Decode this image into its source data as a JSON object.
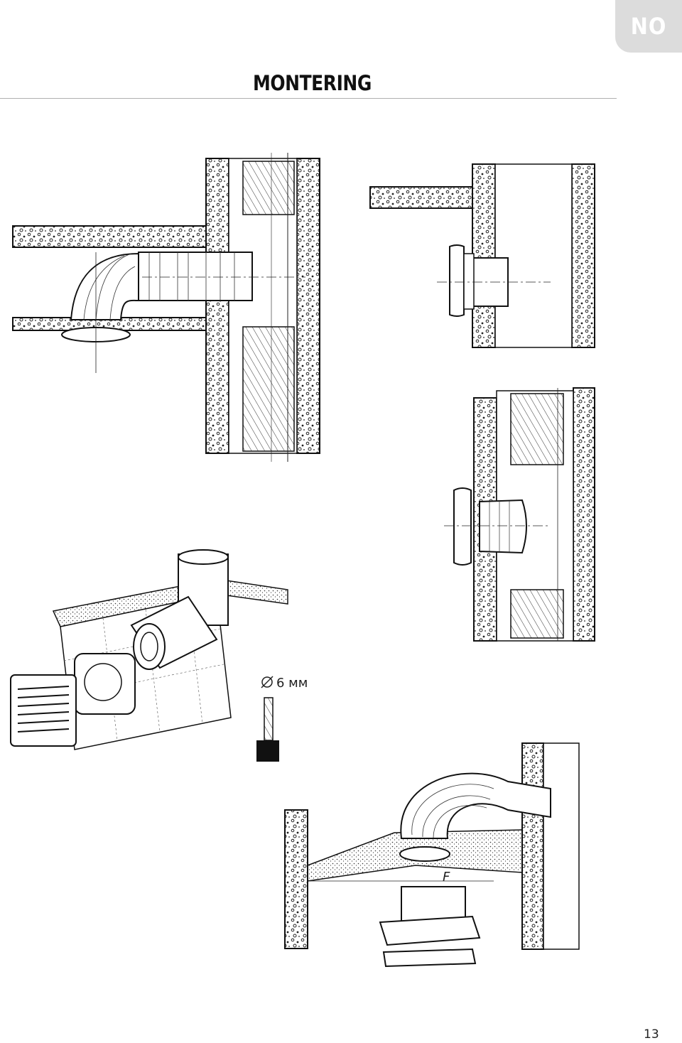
{
  "header": {
    "language": "NO",
    "title": "MONTERING"
  },
  "figures": {
    "screw_label": "6 мм",
    "fig5_label": "F"
  },
  "footer": {
    "page_number": "13"
  },
  "colors": {
    "tab": "#dcdcdc",
    "rule": "#b0b0b0",
    "ink": "#111111"
  }
}
